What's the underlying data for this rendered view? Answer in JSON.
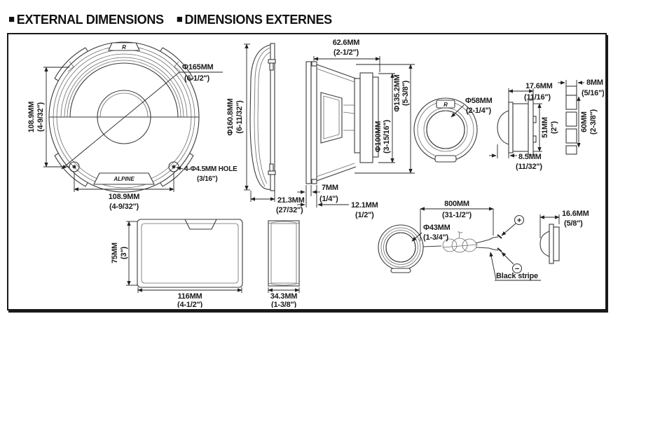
{
  "header": {
    "bullet": "■",
    "title_en": "EXTERNAL DIMENSIONS",
    "title_fr": "DIMENSIONS EXTERNES"
  },
  "logos": {
    "r": "R",
    "alpine": "ALPINE"
  },
  "woofer_front": {
    "diameter_mm": "Φ165MM",
    "diameter_in": "(6-1/2\")",
    "height_mm": "108.9MM",
    "height_in": "(4-9/32\")",
    "width_mm": "108.9MM",
    "width_in": "(4-9/32\")",
    "hole_mm": "4-Φ4.5MM HOLE",
    "hole_in": "(3/16\")"
  },
  "grille_side": {
    "diameter_mm": "Φ160.8MM",
    "diameter_in": "(6-11/32\")",
    "depth_mm": "21.3MM",
    "depth_in": "(27/32\")"
  },
  "woofer_section": {
    "depth_mm": "62.6MM",
    "depth_in": "(2-1/2\")",
    "frame_mm": "Φ135.2MM",
    "frame_in": "(5-3/8\")",
    "magnet_mm": "Φ100MM",
    "magnet_in": "(3-15/16\")",
    "flange_mm": "7MM",
    "flange_in": "(1/4\")",
    "protrusion_mm": "12.1MM",
    "protrusion_in": "(1/2\")"
  },
  "tweeter_front": {
    "diameter_mm": "Φ58MM",
    "diameter_in": "(2-1/4\")"
  },
  "tweeter_side": {
    "depth_mm": "17.6MM",
    "depth_in": "(11/16\")",
    "height_mm": "51MM",
    "height_in": "(2\")",
    "protrusion_mm": "8.5MM",
    "protrusion_in": "(11/32\")"
  },
  "tweeter_ring": {
    "depth_mm": "8MM",
    "depth_in": "(5/16\")",
    "height_mm": "60MM",
    "height_in": "(2-3/8\")"
  },
  "crossover_front": {
    "height_mm": "75MM",
    "height_in": "(3\")",
    "width_mm": "116MM",
    "width_in": "(4-1/2\")"
  },
  "crossover_side": {
    "width_mm": "34.3MM",
    "width_in": "(1-3/8\")"
  },
  "tweeter_wire": {
    "diameter_mm": "Φ43MM",
    "diameter_in": "(1-3/4\")",
    "length_mm": "800MM",
    "length_in": "(31-1/2\")",
    "plus": "+",
    "minus": "−",
    "stripe_label": "Black stripe"
  },
  "tweeter_flush_side": {
    "depth_mm": "16.6MM",
    "depth_in": "(5/8\")"
  }
}
